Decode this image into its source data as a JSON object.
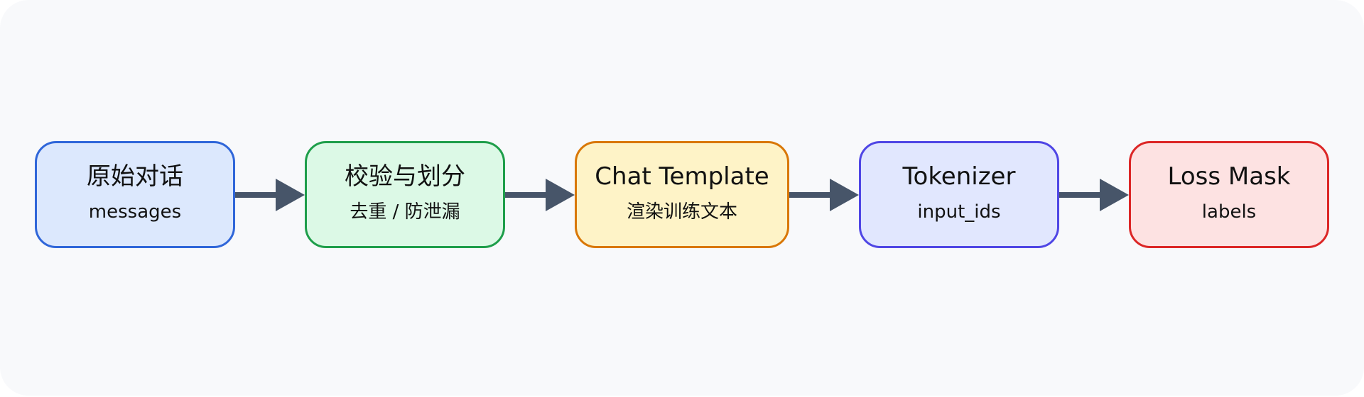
{
  "diagram": {
    "nodes": [
      {
        "title": "原始对话",
        "subtitle": "messages",
        "fill": "#dce8fd",
        "stroke": "#2f66d9"
      },
      {
        "title": "校验与划分",
        "subtitle": "去重 / 防泄漏",
        "fill": "#dcf9e6",
        "stroke": "#1e9e4a"
      },
      {
        "title": "Chat Template",
        "subtitle": "渲染训练文本",
        "fill": "#fef3c7",
        "stroke": "#d97706"
      },
      {
        "title": "Tokenizer",
        "subtitle": "input_ids",
        "fill": "#e1e7fe",
        "stroke": "#4f46e5"
      },
      {
        "title": "Loss Mask",
        "subtitle": "labels",
        "fill": "#fde2e2",
        "stroke": "#dc2626"
      }
    ],
    "arrow_color": "#475569",
    "background": "#f8f9fb"
  }
}
